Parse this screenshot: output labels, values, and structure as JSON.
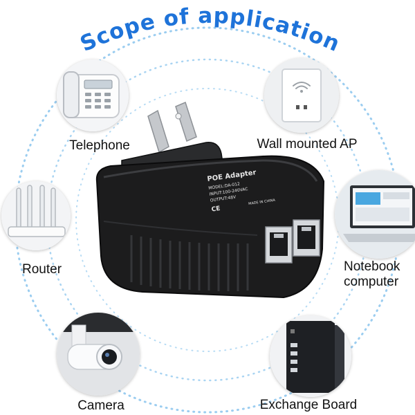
{
  "title": "Scope of application",
  "applications": [
    {
      "label": "Telephone",
      "icon": "telephone-icon"
    },
    {
      "label": "Wall mounted AP",
      "icon": "wifi-panel-icon"
    },
    {
      "label": "Router",
      "icon": "router-icon"
    },
    {
      "label": "Notebook computer",
      "label_lines": [
        "Notebook",
        "computer"
      ],
      "icon": "laptop-icon"
    },
    {
      "label": "Camera",
      "icon": "camera-icon"
    },
    {
      "label": "Exchange Board",
      "icon": "network-switch-icon"
    }
  ],
  "adapter": {
    "lines": [
      "POE Adapter",
      "MODEL:DA-012",
      "INPUT:100-240VAC",
      "OUTPUT:48V",
      "CE",
      "MADE IN CHINA"
    ]
  },
  "colors": {
    "title": "#1e73d9",
    "ring": "#8fc4ea",
    "device": "#1c1c1d"
  }
}
